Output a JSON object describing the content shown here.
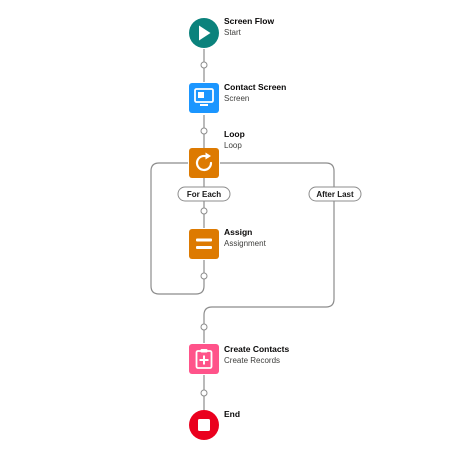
{
  "flow": {
    "nodes": {
      "start": {
        "title": "Screen Flow",
        "subtitle": "Start",
        "color": "#0b827c",
        "icon": "play-icon"
      },
      "contact_screen": {
        "title": "Contact Screen",
        "subtitle": "Screen",
        "color": "#1b96ff",
        "icon": "screen-icon"
      },
      "loop": {
        "title": "Loop",
        "subtitle": "Loop",
        "color": "#dd7a01",
        "icon": "loop-icon"
      },
      "assign": {
        "title": "Assign",
        "subtitle": "Assignment",
        "color": "#dd7a01",
        "icon": "equals-icon"
      },
      "create_contacts": {
        "title": "Create Contacts",
        "subtitle": "Create Records",
        "color": "#ff538a",
        "icon": "create-record-icon"
      },
      "end": {
        "title": "End",
        "subtitle": "",
        "color": "#ea001e",
        "icon": "stop-icon"
      }
    },
    "branches": {
      "for_each": "For Each",
      "after_last": "After Last"
    }
  }
}
